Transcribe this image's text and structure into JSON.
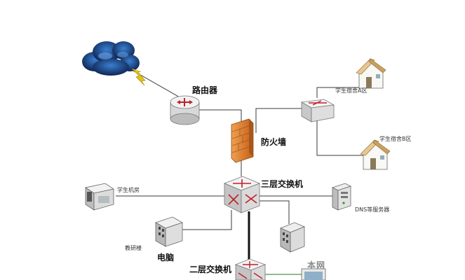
{
  "labels": {
    "router": "路由器",
    "firewall": "防火墙",
    "l3_switch": "三层交换机",
    "l2_switch": "二层交换机",
    "dorm_a": "学生宿舍A区",
    "dorm_b": "学生宿舍B区",
    "student_lab": "学生机房",
    "dns_server": "DNS等服务器",
    "teaching_building": "教研楼",
    "computer": "电脑",
    "watermark": "本网"
  },
  "colors": {
    "line": "#3a3a3a",
    "trunk": "#111111",
    "green_link": "#1f7a1f",
    "firewall": "#d9782a",
    "cloud": "#1d3f7a",
    "lightning": "#e0c21a"
  }
}
